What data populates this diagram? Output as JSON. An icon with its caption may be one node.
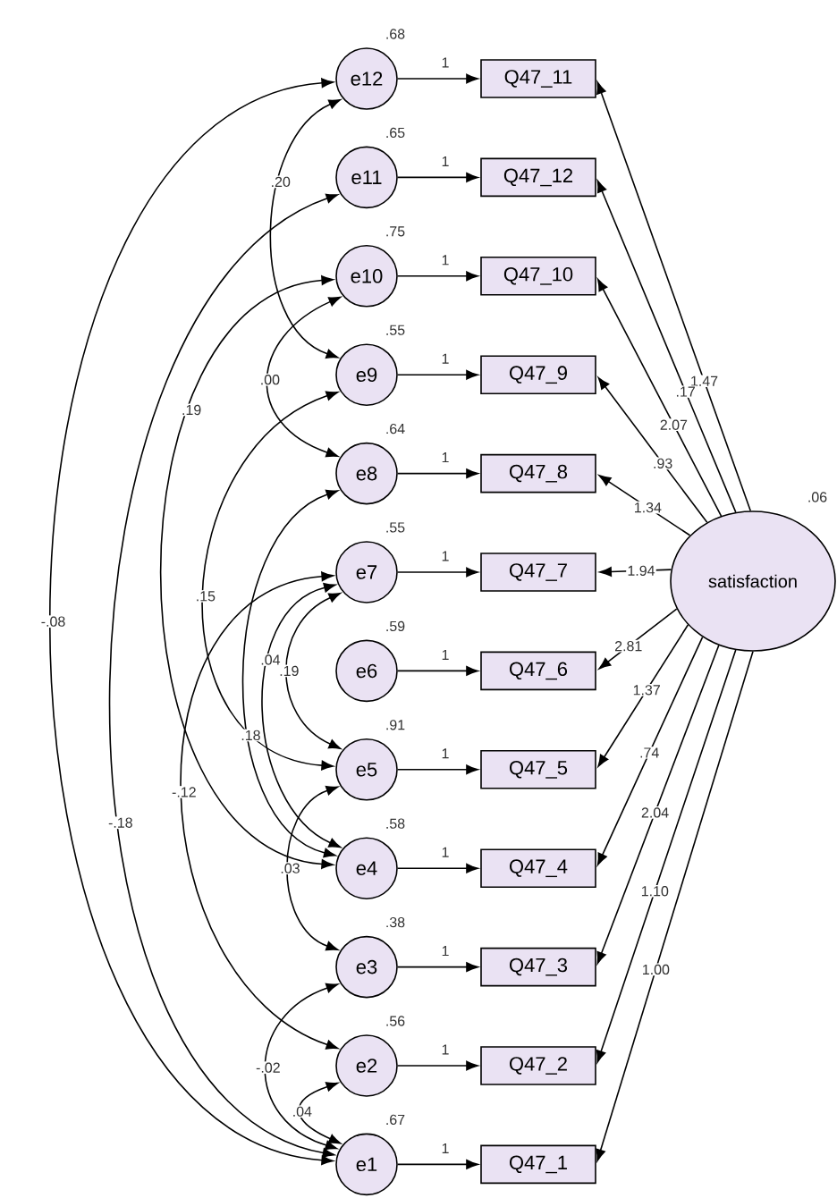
{
  "diagram": {
    "nodes": [
      {
        "text": [
          "e12"
        ],
        "beside": [
          ".68"
        ]
      },
      {
        "text": [
          "e11"
        ],
        "beside": [
          ".65"
        ]
      },
      {
        "text": [
          "e10"
        ],
        "beside": [
          ".75"
        ]
      },
      {
        "text": [
          "e9"
        ],
        "beside": [
          ".55"
        ]
      },
      {
        "text": [
          "e8"
        ],
        "beside": [
          ".64"
        ]
      },
      {
        "text": [
          "e7"
        ],
        "beside": [
          ".55"
        ]
      },
      {
        "text": [
          "e6"
        ],
        "beside": [
          ".59"
        ]
      },
      {
        "text": [
          "e5"
        ],
        "beside": [
          ".91"
        ]
      },
      {
        "text": [
          "e4"
        ],
        "beside": [
          ".58"
        ]
      },
      {
        "text": [
          "e3"
        ],
        "beside": [
          ".38"
        ]
      },
      {
        "text": [
          "e2"
        ],
        "beside": [
          ".56"
        ]
      },
      {
        "text": [
          "e1"
        ],
        "beside": [
          ".67"
        ]
      },
      {
        "text": [
          "Q47_11"
        ]
      },
      {
        "text": [
          "Q47_12"
        ]
      },
      {
        "text": [
          "Q47_10"
        ]
      },
      {
        "text": [
          "Q47_9"
        ]
      },
      {
        "text": [
          "Q47_8"
        ]
      },
      {
        "text": [
          "Q47_7"
        ]
      },
      {
        "text": [
          "Q47_6"
        ]
      },
      {
        "text": [
          "Q47_5"
        ]
      },
      {
        "text": [
          "Q47_4"
        ]
      },
      {
        "text": [
          "Q47_3"
        ]
      },
      {
        "text": [
          "Q47_2"
        ]
      },
      {
        "text": [
          "Q47_1"
        ]
      },
      {
        "text": [
          "satisfaction"
        ],
        "beside": [
          ".06"
        ]
      }
    ],
    "edges": [
      {
        "from": 0,
        "to": 12,
        "arrow": "to",
        "label": "1"
      },
      {
        "from": 1,
        "to": 13,
        "arrow": "to",
        "label": "1"
      },
      {
        "from": 2,
        "to": 14,
        "arrow": "to",
        "label": "1"
      },
      {
        "from": 3,
        "to": 15,
        "arrow": "to",
        "label": "1"
      },
      {
        "from": 4,
        "to": 16,
        "arrow": "to",
        "label": "1"
      },
      {
        "from": 5,
        "to": 17,
        "arrow": "to",
        "label": "1"
      },
      {
        "from": 6,
        "to": 18,
        "arrow": "to",
        "label": "1"
      },
      {
        "from": 7,
        "to": 19,
        "arrow": "to",
        "label": "1"
      },
      {
        "from": 8,
        "to": 20,
        "arrow": "to",
        "label": "1"
      },
      {
        "from": 9,
        "to": 21,
        "arrow": "to",
        "label": "1"
      },
      {
        "from": 10,
        "to": 22,
        "arrow": "to",
        "label": "1"
      },
      {
        "from": 11,
        "to": 23,
        "arrow": "to",
        "label": "1"
      },
      {
        "from": 24,
        "to": 12,
        "arrow": "to",
        "label": "1.47"
      },
      {
        "from": 24,
        "to": 13,
        "arrow": "to",
        "label": ".17"
      },
      {
        "from": 24,
        "to": 14,
        "arrow": "to",
        "label": "2.07"
      },
      {
        "from": 24,
        "to": 15,
        "arrow": "to",
        "label": ".93"
      },
      {
        "from": 24,
        "to": 16,
        "arrow": "to",
        "label": "1.34"
      },
      {
        "from": 24,
        "to": 17,
        "arrow": "to",
        "label": "1.94"
      },
      {
        "from": 24,
        "to": 18,
        "arrow": "to",
        "label": "2.81"
      },
      {
        "from": 24,
        "to": 19,
        "arrow": "to",
        "label": "1.37"
      },
      {
        "from": 24,
        "to": 20,
        "arrow": "to",
        "label": ".74"
      },
      {
        "from": 24,
        "to": 21,
        "arrow": "to",
        "label": "2.04"
      },
      {
        "from": 24,
        "to": 22,
        "arrow": "to",
        "label": "1.10"
      },
      {
        "from": 24,
        "to": 23,
        "arrow": "to",
        "label": "1.00"
      },
      {
        "from": 0,
        "to": 3,
        "arrow": "both",
        "label": ".20"
      },
      {
        "from": 2,
        "to": 4,
        "arrow": "both",
        "label": ".00"
      },
      {
        "from": 2,
        "to": 8,
        "arrow": "both",
        "label": ".19"
      },
      {
        "from": 4,
        "to": 8,
        "arrow": "both",
        "label": ".18"
      },
      {
        "from": 3,
        "to": 7,
        "arrow": "both",
        "label": ".15"
      },
      {
        "from": 5,
        "to": 7,
        "arrow": "both",
        "label": ".19"
      },
      {
        "from": 5,
        "to": 8,
        "arrow": "both",
        "label": ".04"
      },
      {
        "from": 0,
        "to": 11,
        "arrow": "both",
        "label": "-.08"
      },
      {
        "from": 1,
        "to": 11,
        "arrow": "both",
        "label": "-.18"
      },
      {
        "from": 5,
        "to": 10,
        "arrow": "both",
        "label": "-.12"
      },
      {
        "from": 7,
        "to": 9,
        "arrow": "both",
        "label": ".03"
      },
      {
        "from": 9,
        "to": 11,
        "arrow": "both",
        "label": "-.02"
      },
      {
        "from": 10,
        "to": 11,
        "arrow": "both",
        "label": ".04"
      }
    ]
  }
}
